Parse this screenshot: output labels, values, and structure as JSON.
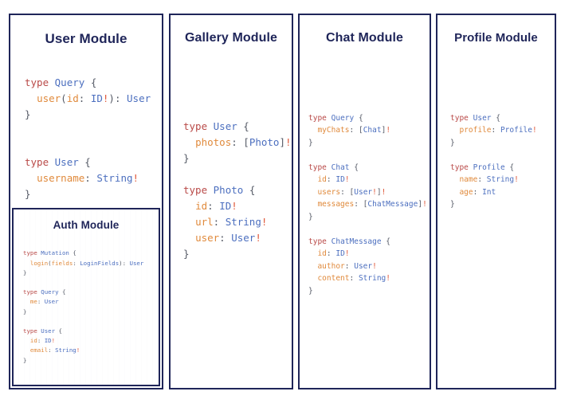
{
  "colors": {
    "border": "#1f2559",
    "title": "#1f2559",
    "background": "#ffffff",
    "keyword": "#b94a48",
    "type_name": "#4c6fbf",
    "field_name": "#e08a3c",
    "value_type": "#4c6fbf",
    "non_null": "#e05a3c",
    "punctuation": "#555a66"
  },
  "modules": {
    "user": {
      "title": "User Module",
      "schema_lines": [
        "type Query {",
        "  user(id: ID!): User",
        "}",
        "",
        "",
        "type User {",
        "  username: String!",
        "}"
      ],
      "schema_text": "type Query {\n  user(id: ID!): User\n}\n\n\ntype User {\n  username: String!\n}"
    },
    "auth": {
      "title": "Auth Module",
      "schema_lines": [
        "type Mutation {",
        "  login(fields: LoginFields): User",
        "}",
        "",
        "type Query {",
        "  me: User",
        "}",
        "",
        "type User {",
        "  id: ID!",
        "  email: String!",
        "}"
      ],
      "schema_text": "type Mutation {\n  login(fields: LoginFields): User\n}\n\ntype Query {\n  me: User\n}\n\ntype User {\n  id: ID!\n  email: String!\n}"
    },
    "gallery": {
      "title": "Gallery Module",
      "schema_lines": [
        "type User {",
        "  photos: [Photo]!",
        "}",
        "",
        "type Photo {",
        "  id: ID!",
        "  url: String!",
        "  user: User!",
        "}"
      ],
      "schema_text": "type User {\n  photos: [Photo]!\n}\n\ntype Photo {\n  id: ID!\n  url: String!\n  user: User!\n}"
    },
    "chat": {
      "title": "Chat Module",
      "schema_lines": [
        "type Query {",
        "  myChats: [Chat]!",
        "}",
        "",
        "type Chat {",
        "  id: ID!",
        "  users: [User!]!",
        "  messages: [ChatMessage]!",
        "}",
        "",
        "type ChatMessage {",
        "  id: ID!",
        "  author: User!",
        "  content: String!",
        "}"
      ],
      "schema_text": "type Query {\n  myChats: [Chat]!\n}\n\ntype Chat {\n  id: ID!\n  users: [User!]!\n  messages: [ChatMessage]!\n}\n\ntype ChatMessage {\n  id: ID!\n  author: User!\n  content: String!\n}"
    },
    "profile": {
      "title": "Profile Module",
      "schema_lines": [
        "type User {",
        "  profile: Profile!",
        "}",
        "",
        "type Profile {",
        "  name: String!",
        "  age: Int",
        "}"
      ],
      "schema_text": "type User {\n  profile: Profile!\n}\n\ntype Profile {\n  name: String!\n  age: Int\n}"
    }
  }
}
